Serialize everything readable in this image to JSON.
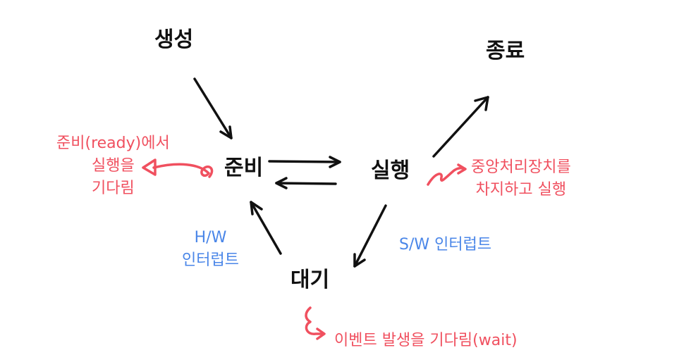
{
  "colors": {
    "ink": "#111111",
    "note": "#f0505f",
    "interrupt": "#4a86e8"
  },
  "states": {
    "create": "생성",
    "ready": "준비",
    "running": "실행",
    "waiting": "대기",
    "terminated": "종료"
  },
  "notes": {
    "ready_line1": "준비(ready)에서",
    "ready_line2": "실행을",
    "ready_line3": "기다림",
    "running_line1": "중앙처리장치를",
    "running_line2": "차지하고 실행",
    "waiting_line": "이벤트 발생을 기다림(wait)"
  },
  "interrupts": {
    "hw_line1": "H/W",
    "hw_line2": "인터럽트",
    "sw": "S/W 인터럽트"
  }
}
